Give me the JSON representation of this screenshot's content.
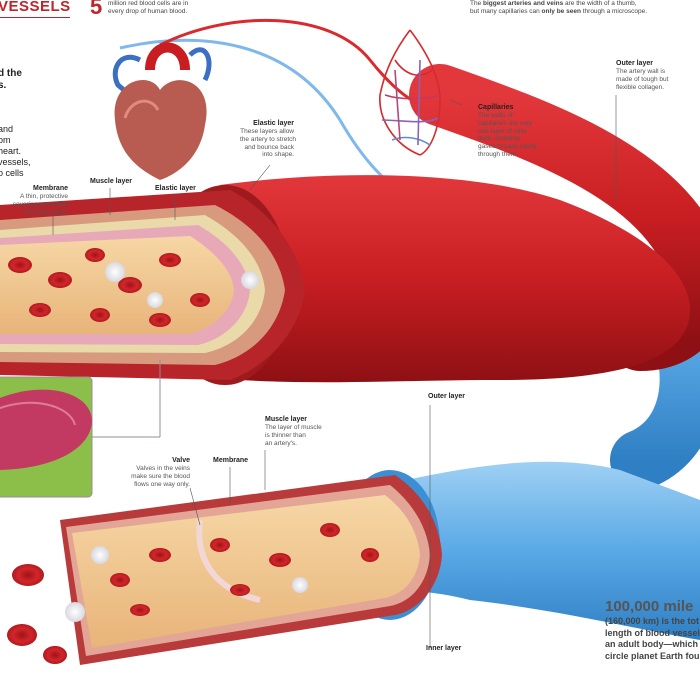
{
  "header": {
    "title": "VESSELS",
    "fact_number": "5",
    "fact_line1": "million red blood cells are in",
    "fact_line2": "every drop of human blood.",
    "top_right_line1_pre": "The ",
    "top_right_line1_bold": "biggest arteries and veins",
    "top_right_line1_post": " are the width of a thumb,",
    "top_right_line2_pre": "but many capillaries can ",
    "top_right_line2_bold": "only be seen",
    "top_right_line2_post": " through a microscope."
  },
  "intro_fragment": {
    "line1": "d the",
    "line2": "s.",
    "line3": "and",
    "line4": "om",
    "line5": "heart.",
    "line6": "vessels,",
    "line7": "o cells"
  },
  "labels": {
    "capillaries": {
      "title": "Capillaries",
      "body": [
        "The walls of",
        "capillaries are only",
        "one layer of cells",
        "thick, enabling",
        "gases to pass easily",
        "through them."
      ]
    },
    "outer_layer_top": {
      "title": "Outer layer",
      "body": [
        "The artery wall is",
        "made of tough but",
        "flexible collagen."
      ]
    },
    "elastic_layer_1": {
      "title": "Elastic layer",
      "body": [
        "These layers allow",
        "the artery to stretch",
        "and bounce back",
        "into shape."
      ]
    },
    "membrane_1": {
      "title": "Membrane",
      "body": [
        "A thin, protective",
        "covering surrounds",
        "the inner layer."
      ]
    },
    "muscle_layer_1": {
      "title": "Muscle layer",
      "body": []
    },
    "elastic_layer_2": {
      "title": "Elastic layer",
      "body": []
    },
    "outer_layer_vein": {
      "title": "Outer layer",
      "body": []
    },
    "muscle_layer_vein": {
      "title": "Muscle layer",
      "body": [
        "The layer of muscle",
        "is thinner than",
        "an artery's."
      ]
    },
    "valve": {
      "title": "Valve",
      "body": [
        "Valves in the veins",
        "make sure the blood",
        "flows one way only."
      ]
    },
    "membrane_vein": {
      "title": "Membrane",
      "body": []
    },
    "inner_layer": {
      "title": "Inner layer",
      "body": []
    }
  },
  "stat": {
    "number": "100,000 mile",
    "line1": "(160,000 km) is the tot",
    "line2": "length of blood vessels",
    "line3": "an adult body—which c",
    "line4": "circle planet Earth fou"
  },
  "colors": {
    "artery": "#c81e22",
    "artery_dark": "#8e1014",
    "vein": "#5aa9e6",
    "vein_dark": "#2f7fc4",
    "title": "#c0242b"
  }
}
